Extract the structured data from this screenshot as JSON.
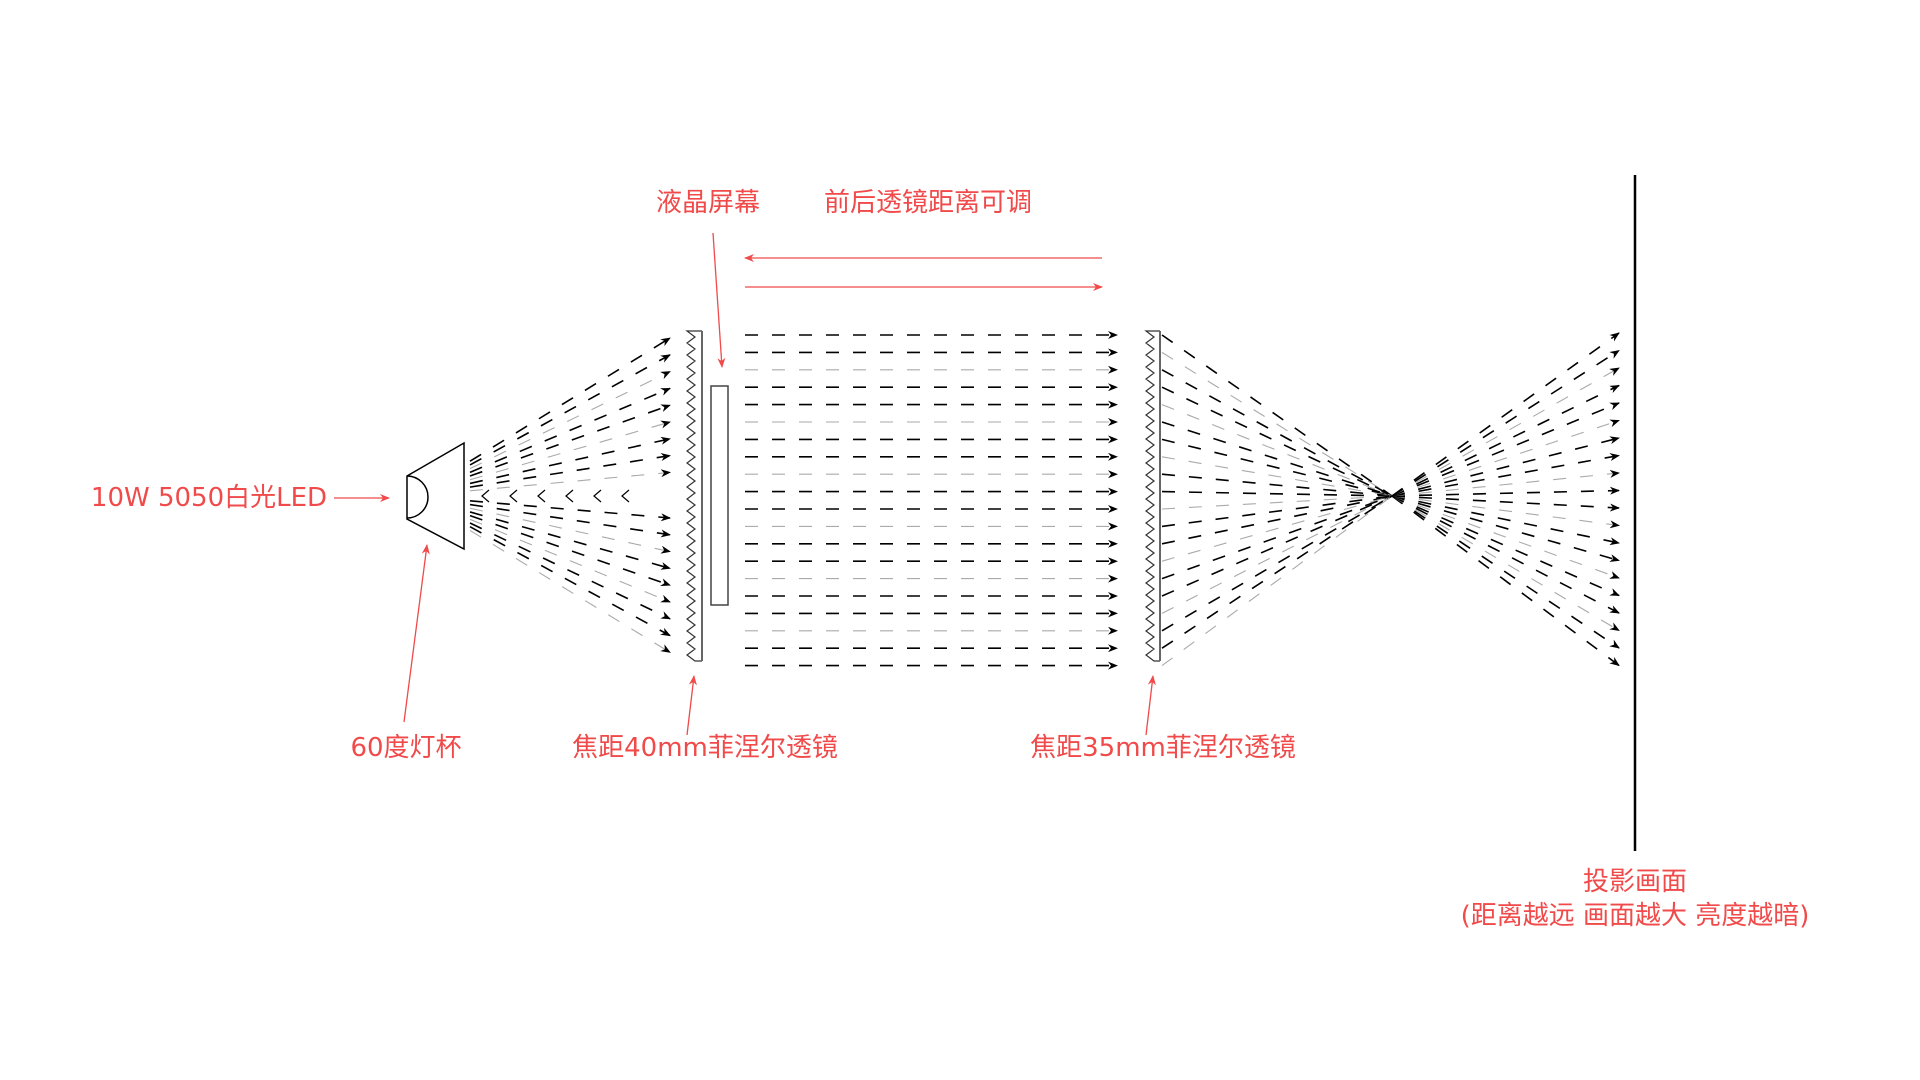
{
  "labels": {
    "led": "10W 5050白光LED",
    "cup": "60度灯杯",
    "lcd": "液晶屏幕",
    "adjustable": "前后透镜距离可调",
    "lens1": "焦距40mm菲涅尔透镜",
    "lens2": "焦距35mm菲涅尔透镜",
    "screen_title": "投影画面",
    "screen_note": "(距离越远 画面越大 亮度越暗)"
  },
  "colors": {
    "annotation": "#f04a4a",
    "ray": "#000000",
    "ray_light": "#aaaaaa"
  }
}
